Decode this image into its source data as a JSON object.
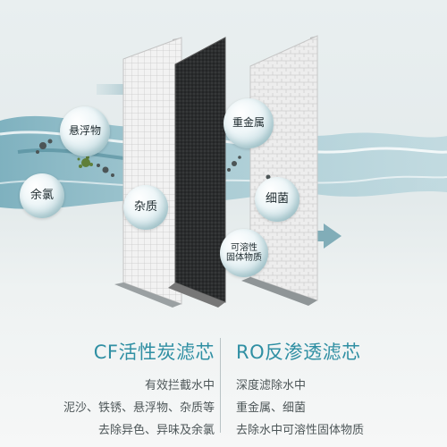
{
  "colors": {
    "accent": "#2f8fa3",
    "text": "#4d5658"
  },
  "bubbles": {
    "suspended": "悬浮物",
    "residual_chlorine": "余氯",
    "impurities": "杂质",
    "heavy_metal": "重金属",
    "bacteria": "细菌",
    "soluble_solids_line1": "可溶性",
    "soluble_solids_line2": "固体物质"
  },
  "cf": {
    "title": "CF活性炭滤芯",
    "lines": [
      "有效拦截水中",
      "泥沙、铁锈、悬浮物、杂质等",
      "去除异色、异味及余氯"
    ]
  },
  "ro": {
    "title": "RO反渗透滤芯",
    "lines": [
      "深度滤除水中",
      "重金属、细菌",
      "去除水中可溶性固体物质"
    ]
  },
  "icons": [
    "arrow-icon",
    "dust-particle-icon",
    "bacteria-icon"
  ]
}
